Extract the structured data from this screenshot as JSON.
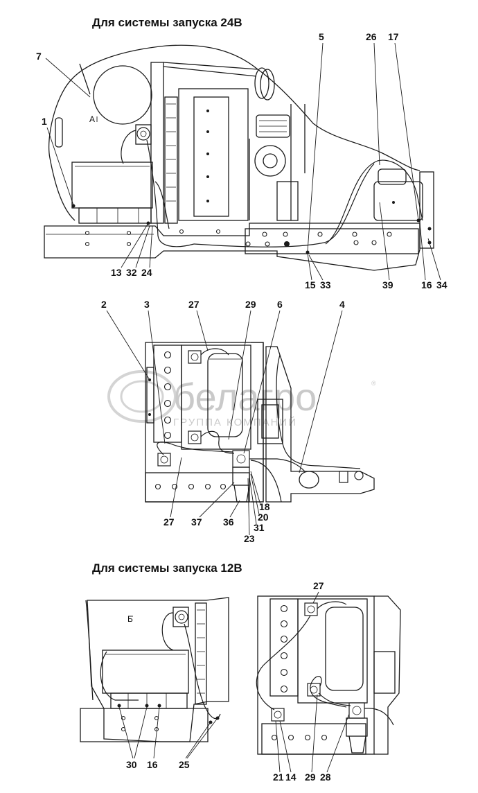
{
  "titles": {
    "top": "Для системы запуска 24В",
    "bottom": "Для системы запуска 12В"
  },
  "zone_marks": {
    "a": "А",
    "b": "Б"
  },
  "watermark": {
    "brand": "белагро",
    "sub": "ГРУППА КОМПАНИЙ",
    "reg": "®"
  },
  "callouts_top": [
    "7",
    "1",
    "5",
    "26",
    "17",
    "13",
    "32",
    "24",
    "15",
    "33",
    "39",
    "16",
    "34"
  ],
  "callouts_middle": [
    "2",
    "3",
    "27",
    "29",
    "6",
    "4",
    "27",
    "37",
    "36",
    "18",
    "20",
    "31",
    "23"
  ],
  "callouts_bottom": [
    "27",
    "30",
    "16",
    "25",
    "21",
    "14",
    "29",
    "28"
  ]
}
